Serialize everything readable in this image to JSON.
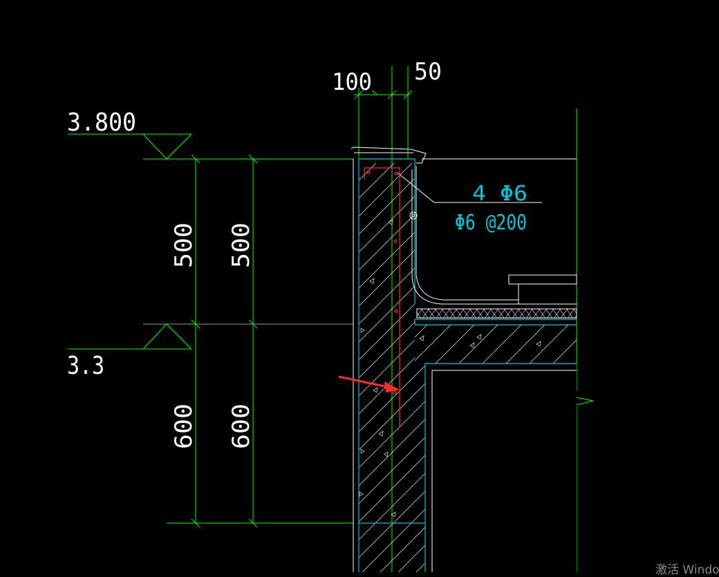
{
  "dimensions": {
    "top_left": "100",
    "top_right": "50",
    "left_upper_outer": "500",
    "left_upper_inner": "500",
    "left_lower_outer": "600",
    "left_lower_inner": "600"
  },
  "elevations": {
    "top": "3.800",
    "bottom": "3.3"
  },
  "rebar": {
    "longitudinal": "4 Φ6",
    "stirrup": "Φ6 @200"
  },
  "watermark": "激活 Windows",
  "colors": {
    "background": "#000000",
    "dimension": "#00ff00",
    "outline": "#ffffff",
    "concrete_edge": "#00c8d8",
    "rebar_text": "#00c8d8",
    "rebar_line": "#ff2a2a",
    "arrow": "#ff2a2a"
  }
}
